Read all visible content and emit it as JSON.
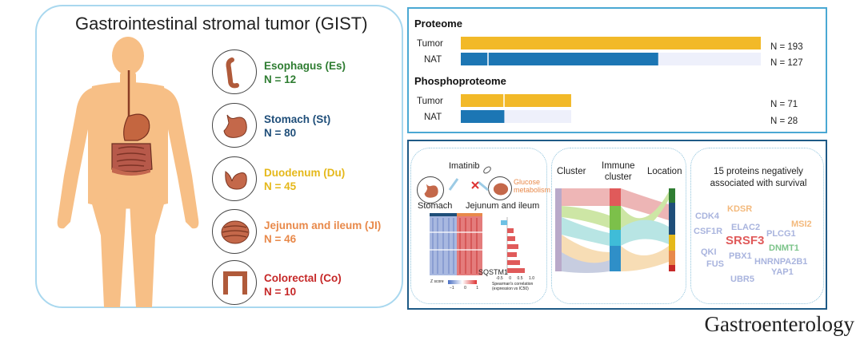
{
  "title": "Gastrointestinal stromal tumor (GIST)",
  "organs": [
    {
      "name": "Esophagus (Es)",
      "n": "N = 12",
      "color": "#2f7d32"
    },
    {
      "name": "Stomach (St)",
      "n": "N = 80",
      "color": "#1f4e79"
    },
    {
      "name": "Duodenum (Du)",
      "n": "N = 45",
      "color": "#e5b81a"
    },
    {
      "name": "Jejunum and ileum (JI)",
      "n": "N = 46",
      "color": "#e8894a"
    },
    {
      "name": "Colorectal (Co)",
      "n": "N = 10",
      "color": "#c62828"
    }
  ],
  "proteome": {
    "title": "Proteome",
    "rows": [
      {
        "label": "Tumor",
        "n": "N = 193",
        "value": 193
      },
      {
        "label": "NAT",
        "n": "N = 127",
        "value": 127
      }
    ]
  },
  "phospho": {
    "title": "Phosphoproteome",
    "rows": [
      {
        "label": "Tumor",
        "n": "N = 71",
        "value": 71
      },
      {
        "label": "NAT",
        "n": "N = 28",
        "value": 28
      }
    ]
  },
  "drug": {
    "drug": "Imatinib",
    "pathway": "Glucose metabolism",
    "stomach": "Stomach",
    "jejunum": "Jejunum and ileum",
    "gene": "SQSTM1",
    "zscore": "Z score",
    "zticks": [
      "−1",
      "0",
      "1"
    ],
    "corr_ticks": [
      "-0.5",
      "0",
      "0.5",
      "1.0"
    ],
    "corr_label1": "Spearman's correlation",
    "corr_label2": "(expression vs IC50)"
  },
  "sankey": {
    "cluster": "Cluster",
    "immune1": "Immune",
    "immune2": "cluster",
    "location": "Location"
  },
  "survival": {
    "title1": "15 proteins negatively",
    "title2": "associated with survival",
    "proteins": [
      {
        "name": "KDSR",
        "color": "#f3b97c"
      },
      {
        "name": "CDK4",
        "color": "#a9b4de"
      },
      {
        "name": "MSI2",
        "color": "#f3b97c"
      },
      {
        "name": "CSF1R",
        "color": "#a9b4de"
      },
      {
        "name": "ELAC2",
        "color": "#a9b4de"
      },
      {
        "name": "PLCG1",
        "color": "#a9b4de"
      },
      {
        "name": "SRSF3",
        "color": "#e05a5a"
      },
      {
        "name": "DNMT1",
        "color": "#7cc48a"
      },
      {
        "name": "QKI",
        "color": "#a9b4de"
      },
      {
        "name": "PBX1",
        "color": "#a9b4de"
      },
      {
        "name": "FUS",
        "color": "#a9b4de"
      },
      {
        "name": "HNRNPA2B1",
        "color": "#a9b4de"
      },
      {
        "name": "YAP1",
        "color": "#a9b4de"
      },
      {
        "name": "UBR5",
        "color": "#a9b4de"
      }
    ]
  },
  "journal": "Gastroenterology",
  "colors": {
    "tumor": "#f2b928",
    "nat": "#1c76b4",
    "nat_bg": "#eef0fb"
  }
}
